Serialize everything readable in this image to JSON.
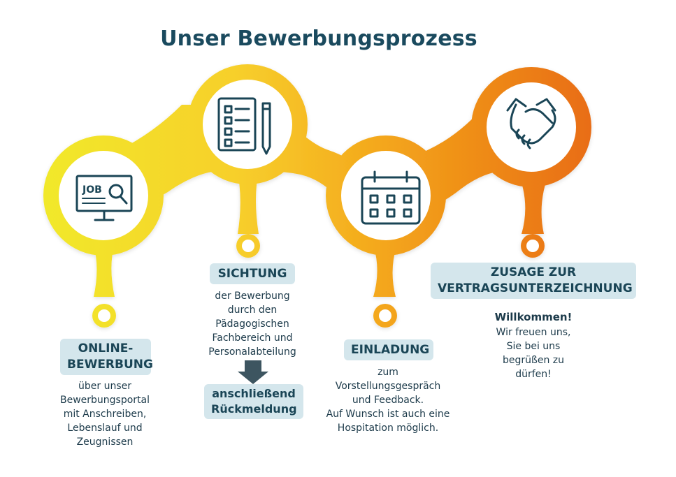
{
  "title": "Unser Bewerbungsprozess",
  "colors": {
    "yellow": "#f1e92b",
    "gold": "#f7c730",
    "orange_light": "#f4a81c",
    "orange_dark": "#e86a12",
    "icon_stroke": "#1a4556",
    "pill_bg": "#d4e6ec"
  },
  "steps": [
    {
      "icon": "job-monitor-icon",
      "icon_text": "JOB",
      "heading": "ONLINE-\nBEWERBUNG",
      "description": "über unser\nBewerbungsportal\nmit Anschreiben,\nLebenslauf und\nZeugnissen"
    },
    {
      "icon": "checklist-icon",
      "heading": "SICHTUNG",
      "description": "der Bewerbung\ndurch den\nPädagogischen\nFachbereich und\nPersonalabteilung",
      "followup": "anschließend\nRückmeldung"
    },
    {
      "icon": "calendar-icon",
      "heading": "EINLADUNG",
      "description": "zum\nVorstellungsgespräch\nund Feedback.\nAuf Wunsch ist auch eine\nHospitation möglich."
    },
    {
      "icon": "handshake-icon",
      "heading": "ZUSAGE ZUR\nVERTRAGSUNTERZEICHNUNG",
      "greeting": "Willkommen!",
      "description": "Wir freuen uns,\nSie bei uns\nbegrüßen zu\ndürfen!"
    }
  ]
}
